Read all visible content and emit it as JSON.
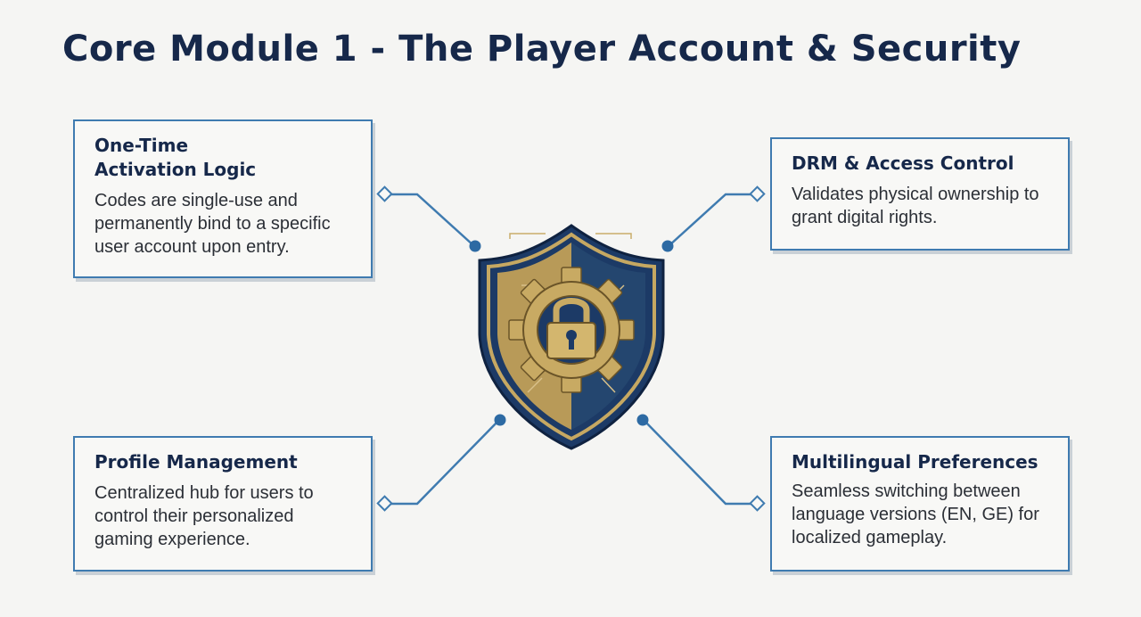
{
  "title": "Core Module 1 - The Player Account & Security",
  "cards": {
    "activation": {
      "title": "One-Time Activation Logic",
      "body": "Codes are single-use and permanently bind to a specific user account upon entry."
    },
    "drm": {
      "title": "DRM & Access Control",
      "body": "Validates physical ownership to grant digital rights."
    },
    "profile": {
      "title": "Profile Management",
      "body": "Centralized hub for users to control their personalized gaming experience."
    },
    "multilingual": {
      "title": "Multilingual Preferences",
      "body": "Seamless switching between language versions (EN, GE) for localized gameplay."
    }
  },
  "center_graphic": {
    "icon": "shield-gear-lock-icon"
  },
  "colors": {
    "title": "#16284a",
    "border": "#3f7bb0",
    "shield_navy": "#1c3a66",
    "shield_gold": "#b89a58",
    "background": "#f5f5f3"
  }
}
